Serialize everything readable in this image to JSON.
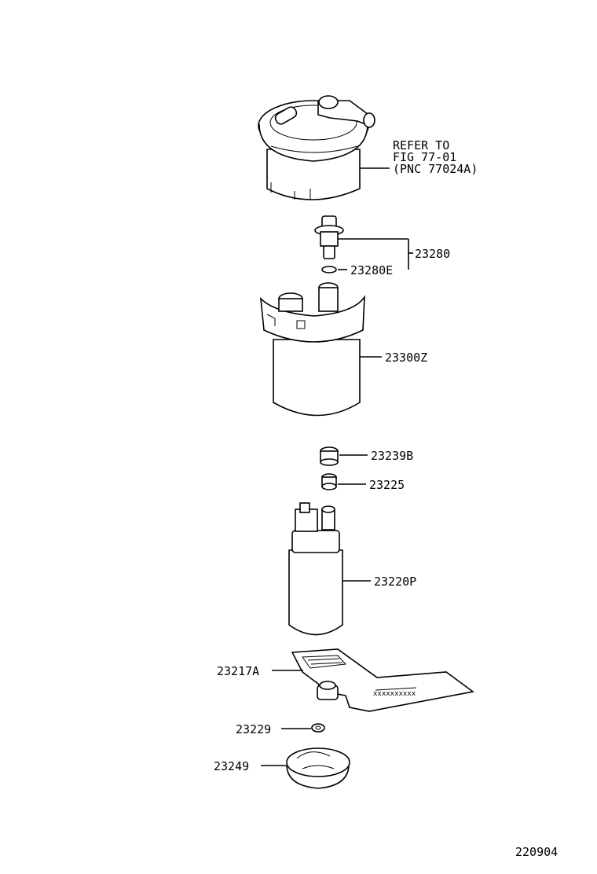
{
  "labels": {
    "refer_line1": "REFER TO",
    "refer_line2": "FIG 77-01",
    "refer_line3": "(PNC 77024A)",
    "p23280": "23280",
    "p23280E": "23280E",
    "p23300Z": "23300Z",
    "p23239B": "23239B",
    "p23225": "23225",
    "p23220P": "23220P",
    "p23217A": "23217A",
    "p23229": "23229",
    "p23249": "23249",
    "figure_code": "220904"
  }
}
